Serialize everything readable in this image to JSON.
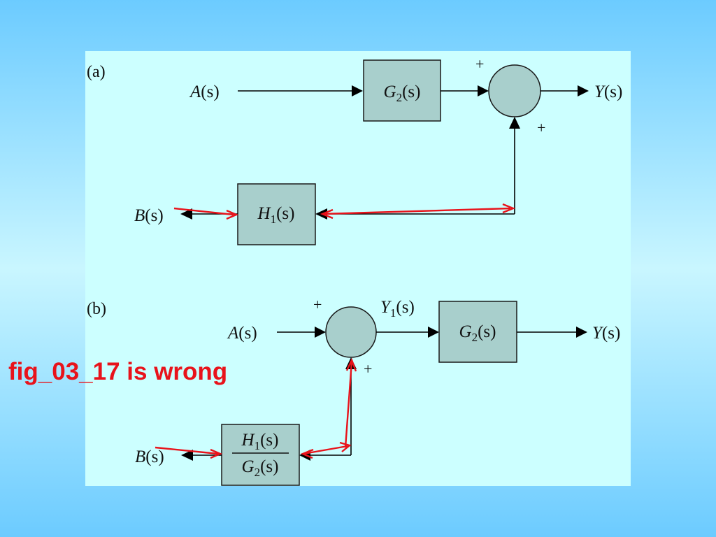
{
  "note": "fig_03_17 is wrong",
  "colors": {
    "background": "#6ccbff",
    "panel": "#ccffff",
    "block_fill": "#a8cfcc",
    "annotation_red": "#e8131b"
  },
  "panel_a": {
    "tag": "(a)",
    "input_a": {
      "sym": "A",
      "arg": "(s)"
    },
    "output_y": {
      "sym": "Y",
      "arg": "(s)"
    },
    "output_b": {
      "sym": "B",
      "arg": "(s)"
    },
    "block_g2": {
      "sym": "G",
      "sub": "2",
      "arg": "(s)"
    },
    "block_h1": {
      "sym": "H",
      "sub": "1",
      "arg": "(s)"
    },
    "sign_top": "+",
    "sign_bottom": "+"
  },
  "panel_b": {
    "tag": "(b)",
    "input_a": {
      "sym": "A",
      "arg": "(s)"
    },
    "signal_y1": {
      "sym": "Y",
      "sub": "1",
      "arg": "(s)"
    },
    "output_y": {
      "sym": "Y",
      "arg": "(s)"
    },
    "output_b": {
      "sym": "B",
      "arg": "(s)"
    },
    "block_g2": {
      "sym": "G",
      "sub": "2",
      "arg": "(s)"
    },
    "block_ratio": {
      "num": {
        "sym": "H",
        "sub": "1",
        "arg": "(s)"
      },
      "den": {
        "sym": "G",
        "sub": "2",
        "arg": "(s)"
      }
    },
    "sign_left": "+",
    "sign_bottom": "+"
  }
}
